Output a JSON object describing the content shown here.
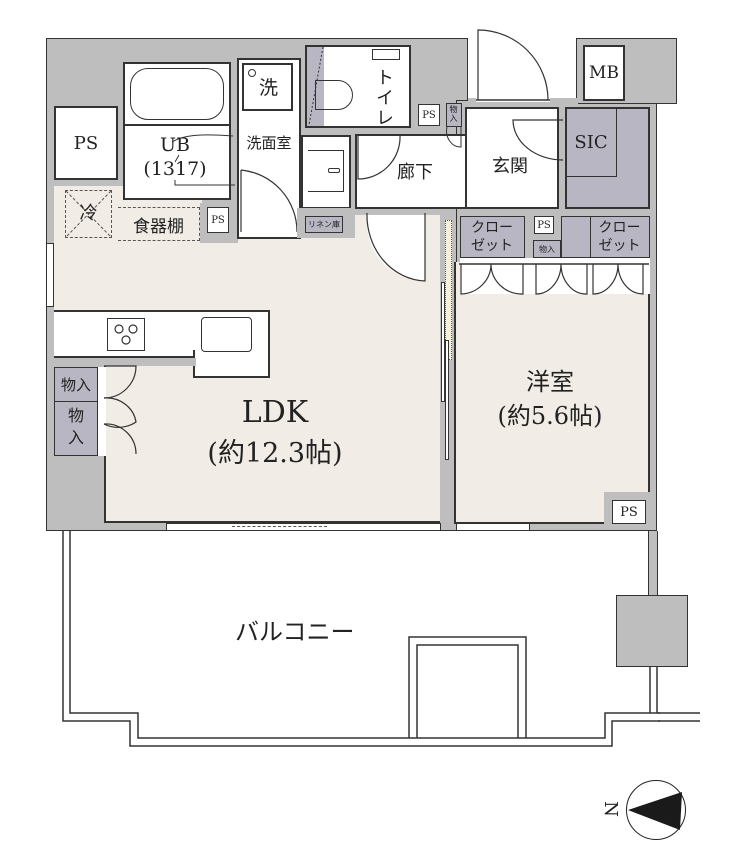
{
  "floorplan": {
    "rooms": {
      "ldk": {
        "name": "LDK",
        "size": "(約12.3帖)"
      },
      "western_room": {
        "name": "洋室",
        "size": "(約5.6帖)"
      },
      "balcony": {
        "name": "バルコニー"
      },
      "unit_bath": {
        "name": "UB",
        "size": "(1317)"
      },
      "washroom": {
        "name": "洗面室"
      },
      "toilet": {
        "name": "トイレ"
      },
      "hallway": {
        "name": "廊下"
      },
      "entrance": {
        "name": "玄関"
      },
      "sic": {
        "name": "SIC"
      },
      "mb": {
        "name": "MB"
      }
    },
    "fixtures": {
      "washer": "洗",
      "fridge": "冷",
      "cupboard": "食器棚",
      "linen": "リネン庫",
      "closet_1_line1": "クロー",
      "closet_1_line2": "ゼット",
      "closet_2_line1": "クロー",
      "closet_2_line2": "ゼット",
      "storage_label": "物入",
      "storage_a": "物入",
      "storage_b_line1": "物",
      "storage_b_line2": "入",
      "storage_small_line1": "物",
      "storage_small_line2": "入"
    },
    "ps_labels": {
      "ps_left": "PS",
      "ps_kitchen": "PS",
      "ps_toilet": "PS",
      "ps_closet": "PS",
      "ps_western": "PS"
    },
    "compass": {
      "label": "N"
    },
    "colors": {
      "wall": "#bebebe",
      "floor": "#f1ece6",
      "storage": "#b9b6c3",
      "line": "#333333"
    }
  }
}
